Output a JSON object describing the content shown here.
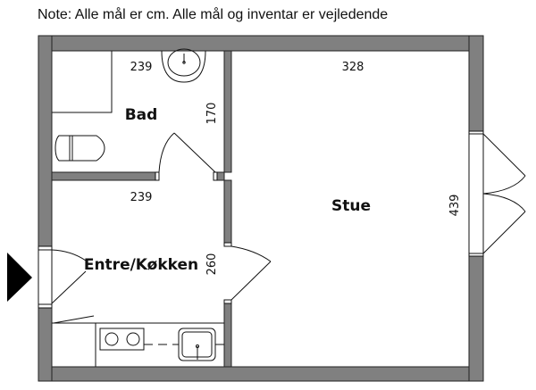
{
  "note": "Note: Alle mål er cm. Alle mål og inventar er vejledende",
  "rooms": {
    "bad": {
      "name": "Bad",
      "width": "239",
      "depth": "170"
    },
    "entre": {
      "name": "Entre/Køkken",
      "width": "239",
      "depth": "260"
    },
    "stue": {
      "name": "Stue",
      "width": "328",
      "depth": "439"
    }
  },
  "colors": {
    "wall": "#808080",
    "line": "#111111"
  }
}
